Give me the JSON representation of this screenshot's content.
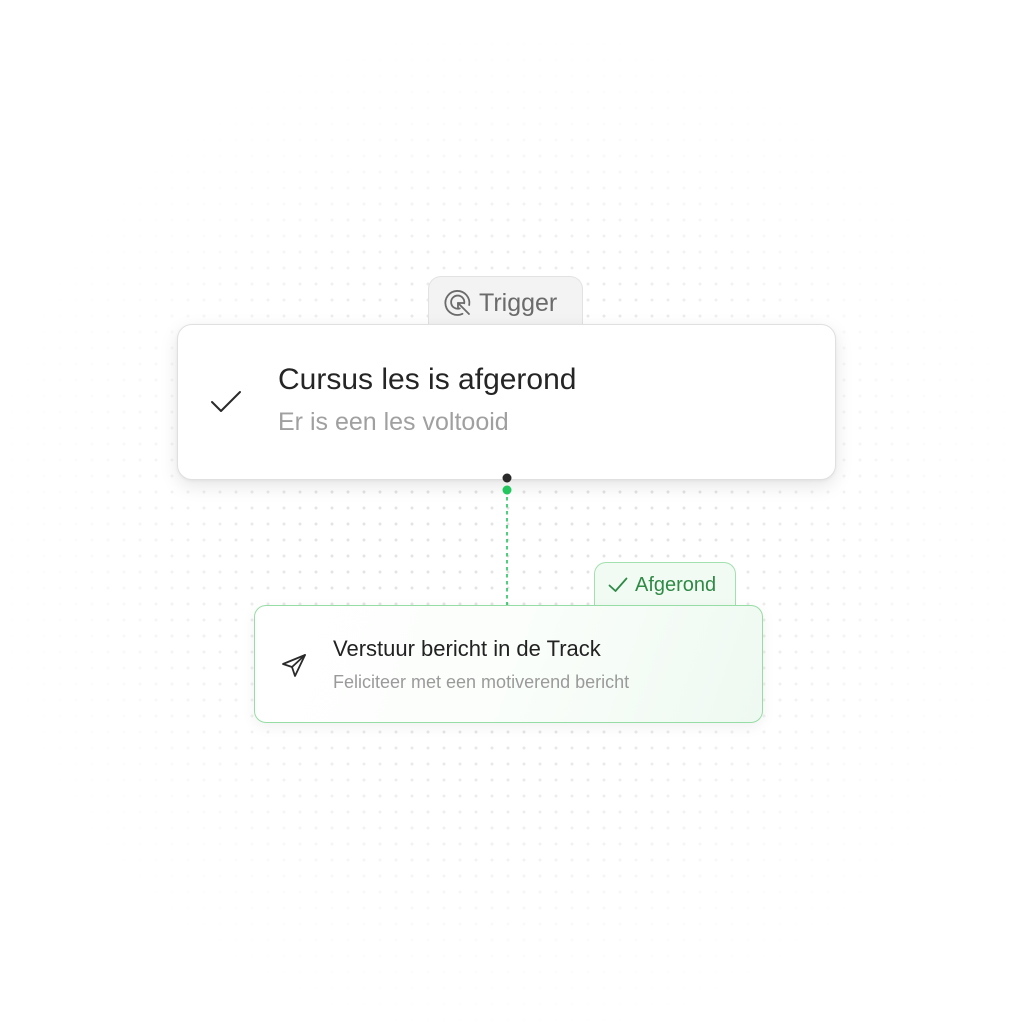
{
  "trigger": {
    "tab_label": "Trigger",
    "tab_icon": "target-pointer-icon",
    "title": "Cursus les is afgerond",
    "subtitle": "Er is een les voltooid",
    "icon": "check-icon"
  },
  "action": {
    "status_label": "Afgerond",
    "status_icon": "check-icon",
    "title": "Verstuur bericht in de Track",
    "subtitle": "Feliciteer met een motiverend bericht",
    "icon": "paper-plane-icon"
  },
  "colors": {
    "accent_green": "#22c55e",
    "status_text": "#2f8a46",
    "status_border": "#96dca5",
    "connector_dark": "#2a2a2a"
  }
}
